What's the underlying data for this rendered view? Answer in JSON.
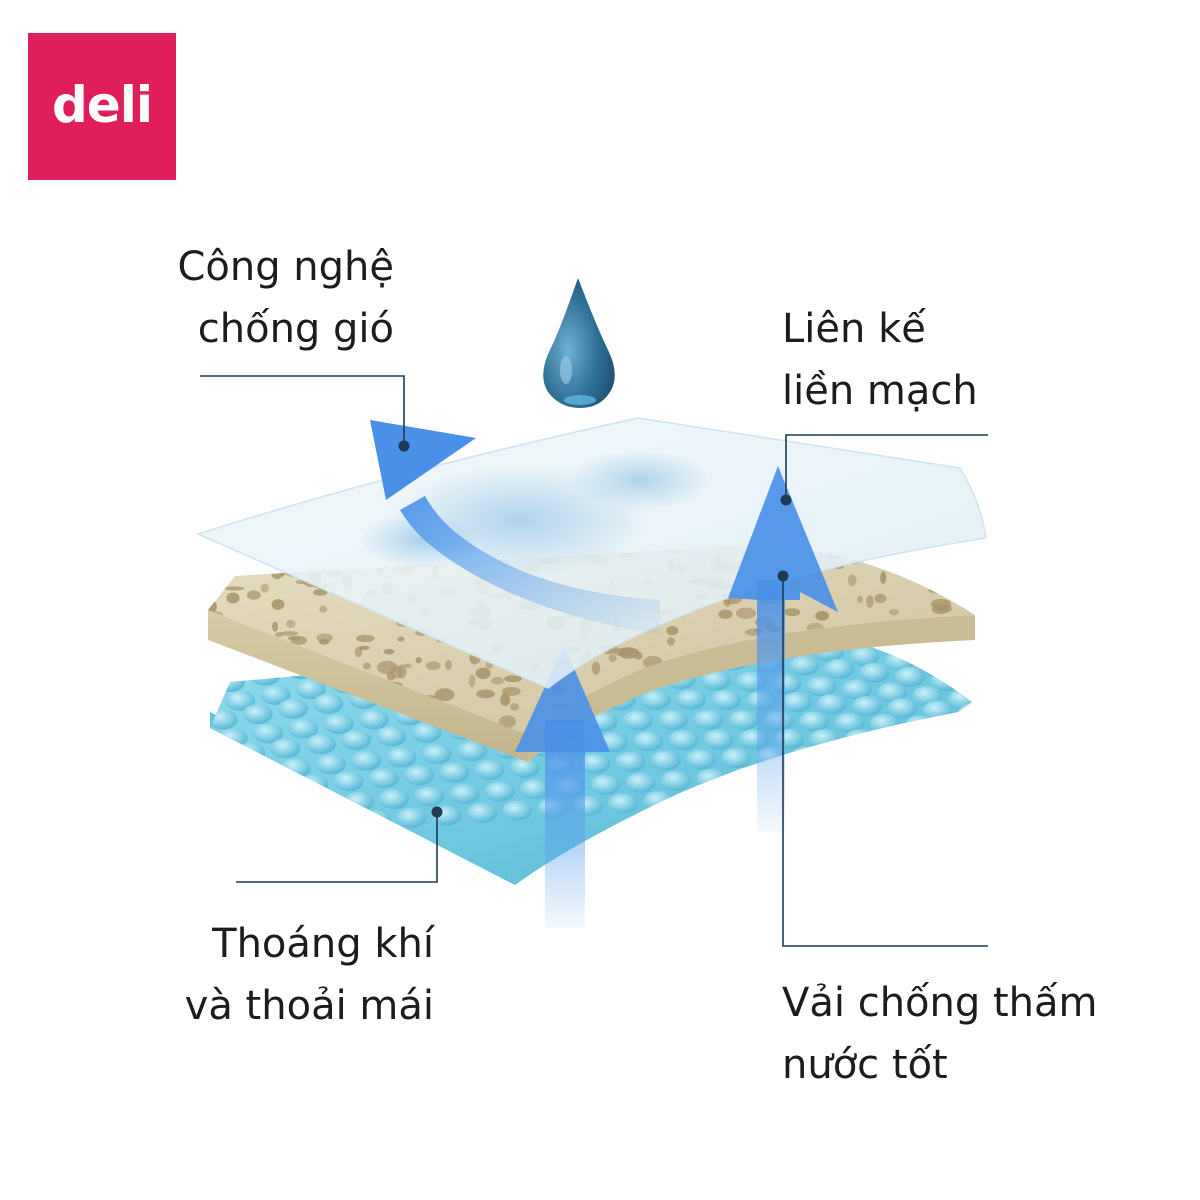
{
  "brand": {
    "logo_text": "deli",
    "logo_color": "#e01e5a"
  },
  "labels": {
    "wind": {
      "line1": "Công nghệ",
      "line2": "chống gió"
    },
    "seam": {
      "line1": "Liên kế",
      "line2": "liền mạch"
    },
    "breath": {
      "line1": "Thoáng khí",
      "line2": "và thoải mái"
    },
    "water": {
      "line1": "Vải chống thấm",
      "line2": "nước tốt"
    }
  },
  "colors": {
    "leader_line": "#1f3a52",
    "arrow": "#5aa0ec",
    "bottom_layer": "#7fd3e6",
    "middle_layer": "#d9cfae",
    "top_layer": "#e6f2f8",
    "drop": "#2f6e95"
  },
  "icons": [
    "water-drop-icon",
    "arrow-up-icon",
    "curved-arrow-icon"
  ]
}
